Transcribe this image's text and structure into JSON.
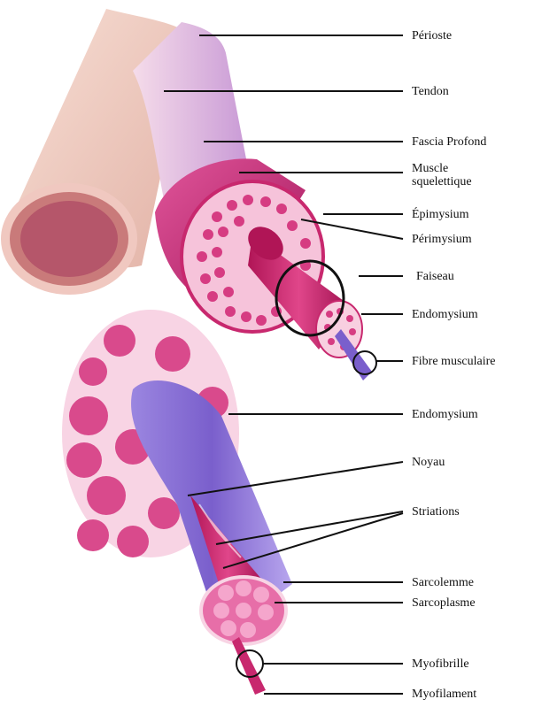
{
  "labels": {
    "perioste": "Périoste",
    "tendon": "Tendon",
    "fascia": "Fascia Profond",
    "muscle": "Muscle squelettique",
    "epimysium": "Épimysium",
    "perimysium": "Périmysium",
    "faisceau": "Faiseau",
    "endomysium_1": "Endomysium",
    "fibre": "Fibre musculaire",
    "endomysium_2": "Endomysium",
    "noyau": "Noyau",
    "striations": "Striations",
    "sarcolemme": "Sarcolemme",
    "sarcoplasme": "Sarcoplasme",
    "myofibrille": "Myofibrille",
    "myofilament": "Myofilament"
  },
  "colors": {
    "muscle": "#c8286e",
    "muscle_light": "#f2a8c8",
    "bone": "#f3d0c4",
    "tendon": "#f0c8dc",
    "fibre_sheath": "#8a6fd0",
    "leader": "#111111"
  }
}
